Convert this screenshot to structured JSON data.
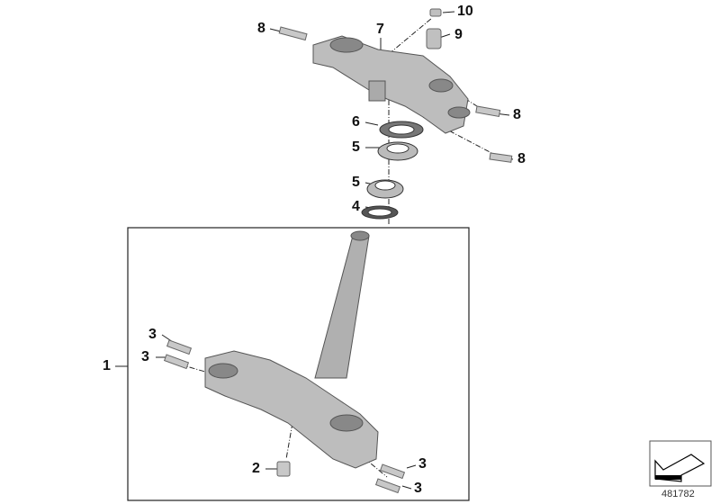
{
  "diagram": {
    "callouts": [
      {
        "id": "10",
        "label": "10"
      },
      {
        "id": "9",
        "label": "9"
      },
      {
        "id": "8a",
        "label": "8"
      },
      {
        "id": "7",
        "label": "7"
      },
      {
        "id": "8b",
        "label": "8"
      },
      {
        "id": "6",
        "label": "6"
      },
      {
        "id": "5a",
        "label": "5"
      },
      {
        "id": "8c",
        "label": "8"
      },
      {
        "id": "5b",
        "label": "5"
      },
      {
        "id": "4",
        "label": "4"
      },
      {
        "id": "1",
        "label": "1"
      },
      {
        "id": "3a",
        "label": "3"
      },
      {
        "id": "3b",
        "label": "3"
      },
      {
        "id": "2",
        "label": "2"
      },
      {
        "id": "3c",
        "label": "3"
      },
      {
        "id": "3d",
        "label": "3"
      }
    ],
    "reference_number": "481782",
    "colors": {
      "part": "#b8b8b8",
      "part_dark": "#8a8a8a",
      "text": "#111111"
    }
  }
}
